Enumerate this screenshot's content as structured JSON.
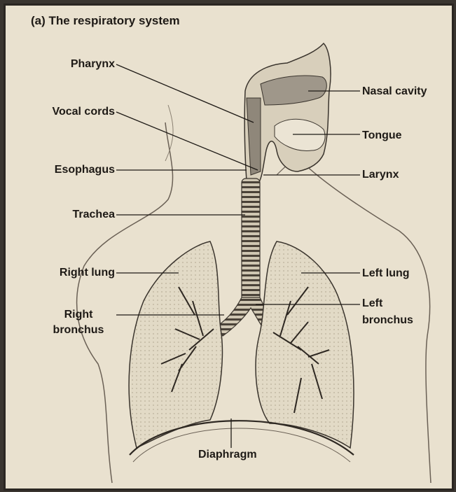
{
  "title": "(a)  The respiratory system",
  "labels": {
    "pharynx": "Pharynx",
    "vocal_cords": "Vocal cords",
    "esophagus": "Esophagus",
    "trachea": "Trachea",
    "right_lung": "Right lung",
    "right_bronchus_1": "Right",
    "right_bronchus_2": "bronchus",
    "nasal_cavity": "Nasal cavity",
    "tongue": "Tongue",
    "larynx": "Larynx",
    "left_lung": "Left lung",
    "left_bronchus_1": "Left",
    "left_bronchus_2": "bronchus",
    "diaphragm": "Diaphragm"
  }
}
